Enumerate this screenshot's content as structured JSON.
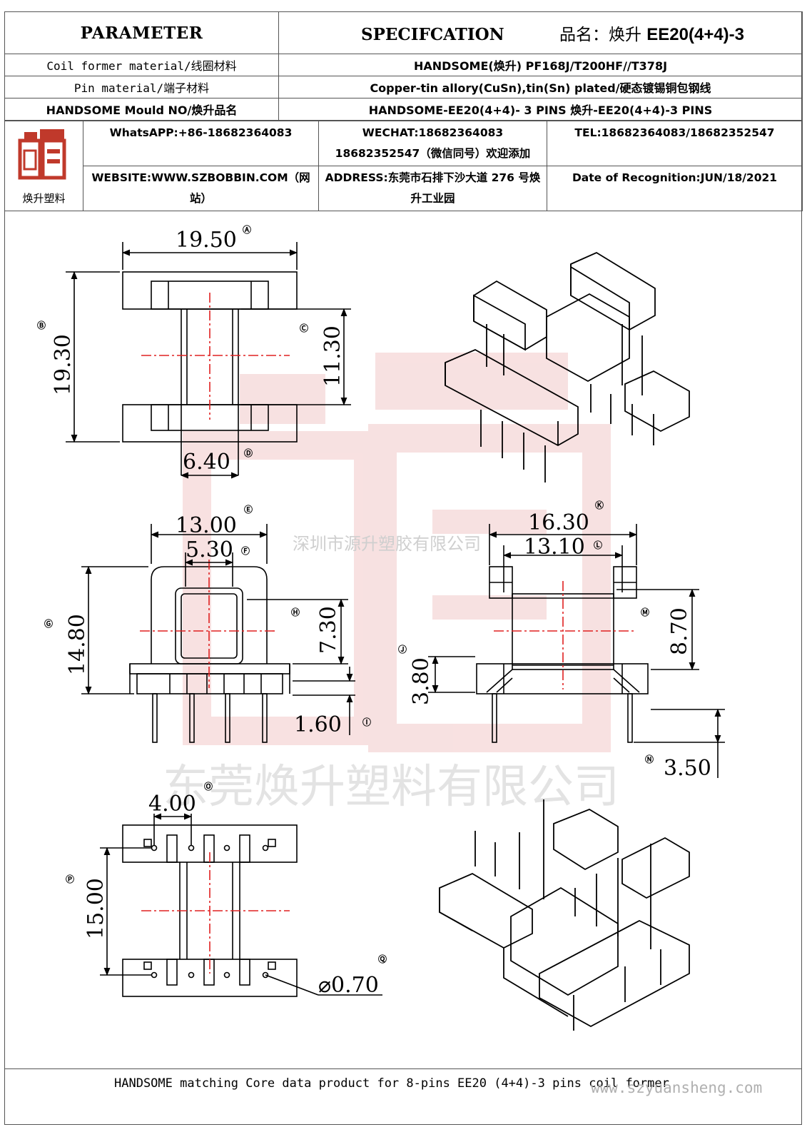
{
  "header": {
    "parameter": "PARAMETER",
    "specification": "SPECIFCATION",
    "product_label": "品名：焕升",
    "product_name": "EE20(4+4)-3"
  },
  "rows": [
    {
      "label": "Coil former material/线圈材料",
      "value": "HANDSOME(焕升)  PF168J/T200HF//T378J"
    },
    {
      "label": "Pin material/端子材料",
      "value": "Copper-tin allory(CuSn),tin(Sn) plated/硬态镀锡铜包钢线"
    },
    {
      "label": "HANDSOME Mould NO/焕升品名",
      "value": "HANDSOME-EE20(4+4)- 3 PINS   焕升-EE20(4+4)-3 PINS"
    }
  ],
  "contact": {
    "logo_text": "焕升塑料",
    "whatsapp": "WhatsAPP:+86-18682364083",
    "wechat": "WECHAT:18682364083 18682352547（微信同号）欢迎添加",
    "tel": "TEL:18682364083/18682352547",
    "website": "WEBSITE:WWW.SZBOBBIN.COM（网站）",
    "address": "ADDRESS:东莞市石排下沙大道 276 号焕升工业园",
    "date": "Date of Recognition:JUN/18/2021"
  },
  "dimensions": {
    "A": "19.50",
    "B": "19.30",
    "C": "11.30",
    "D": "6.40",
    "E": "13.00",
    "F": "5.30",
    "G": "14.80",
    "H": "7.30",
    "I": "1.60",
    "J": "3.80",
    "K": "16.30",
    "L": "13.10",
    "M": "8.70",
    "N": "3.50",
    "O": "4.00",
    "P": "15.00",
    "Q": "⌀0.70"
  },
  "markers": {
    "A": "Ⓐ",
    "B": "Ⓑ",
    "C": "Ⓒ",
    "D": "Ⓓ",
    "E": "Ⓔ",
    "F": "Ⓕ",
    "G": "Ⓖ",
    "H": "Ⓗ",
    "I": "Ⓘ",
    "J": "Ⓙ",
    "K": "Ⓚ",
    "L": "Ⓛ",
    "M": "Ⓜ",
    "N": "Ⓝ",
    "O": "Ⓞ",
    "P": "Ⓟ",
    "Q": "Ⓠ"
  },
  "watermarks": {
    "company_small": "深圳市源升塑胶有限公司",
    "company_large": "东莞焕升塑料有限公司"
  },
  "footer": {
    "text": "HANDSOME matching Core data  product for 8-pins EE20 (4+4)-3 pins coil former",
    "url": "www.szyuansheng.com"
  },
  "colors": {
    "centerline": "#e02020",
    "watermark": "#f2c9c9",
    "logo": "#c0392b"
  }
}
